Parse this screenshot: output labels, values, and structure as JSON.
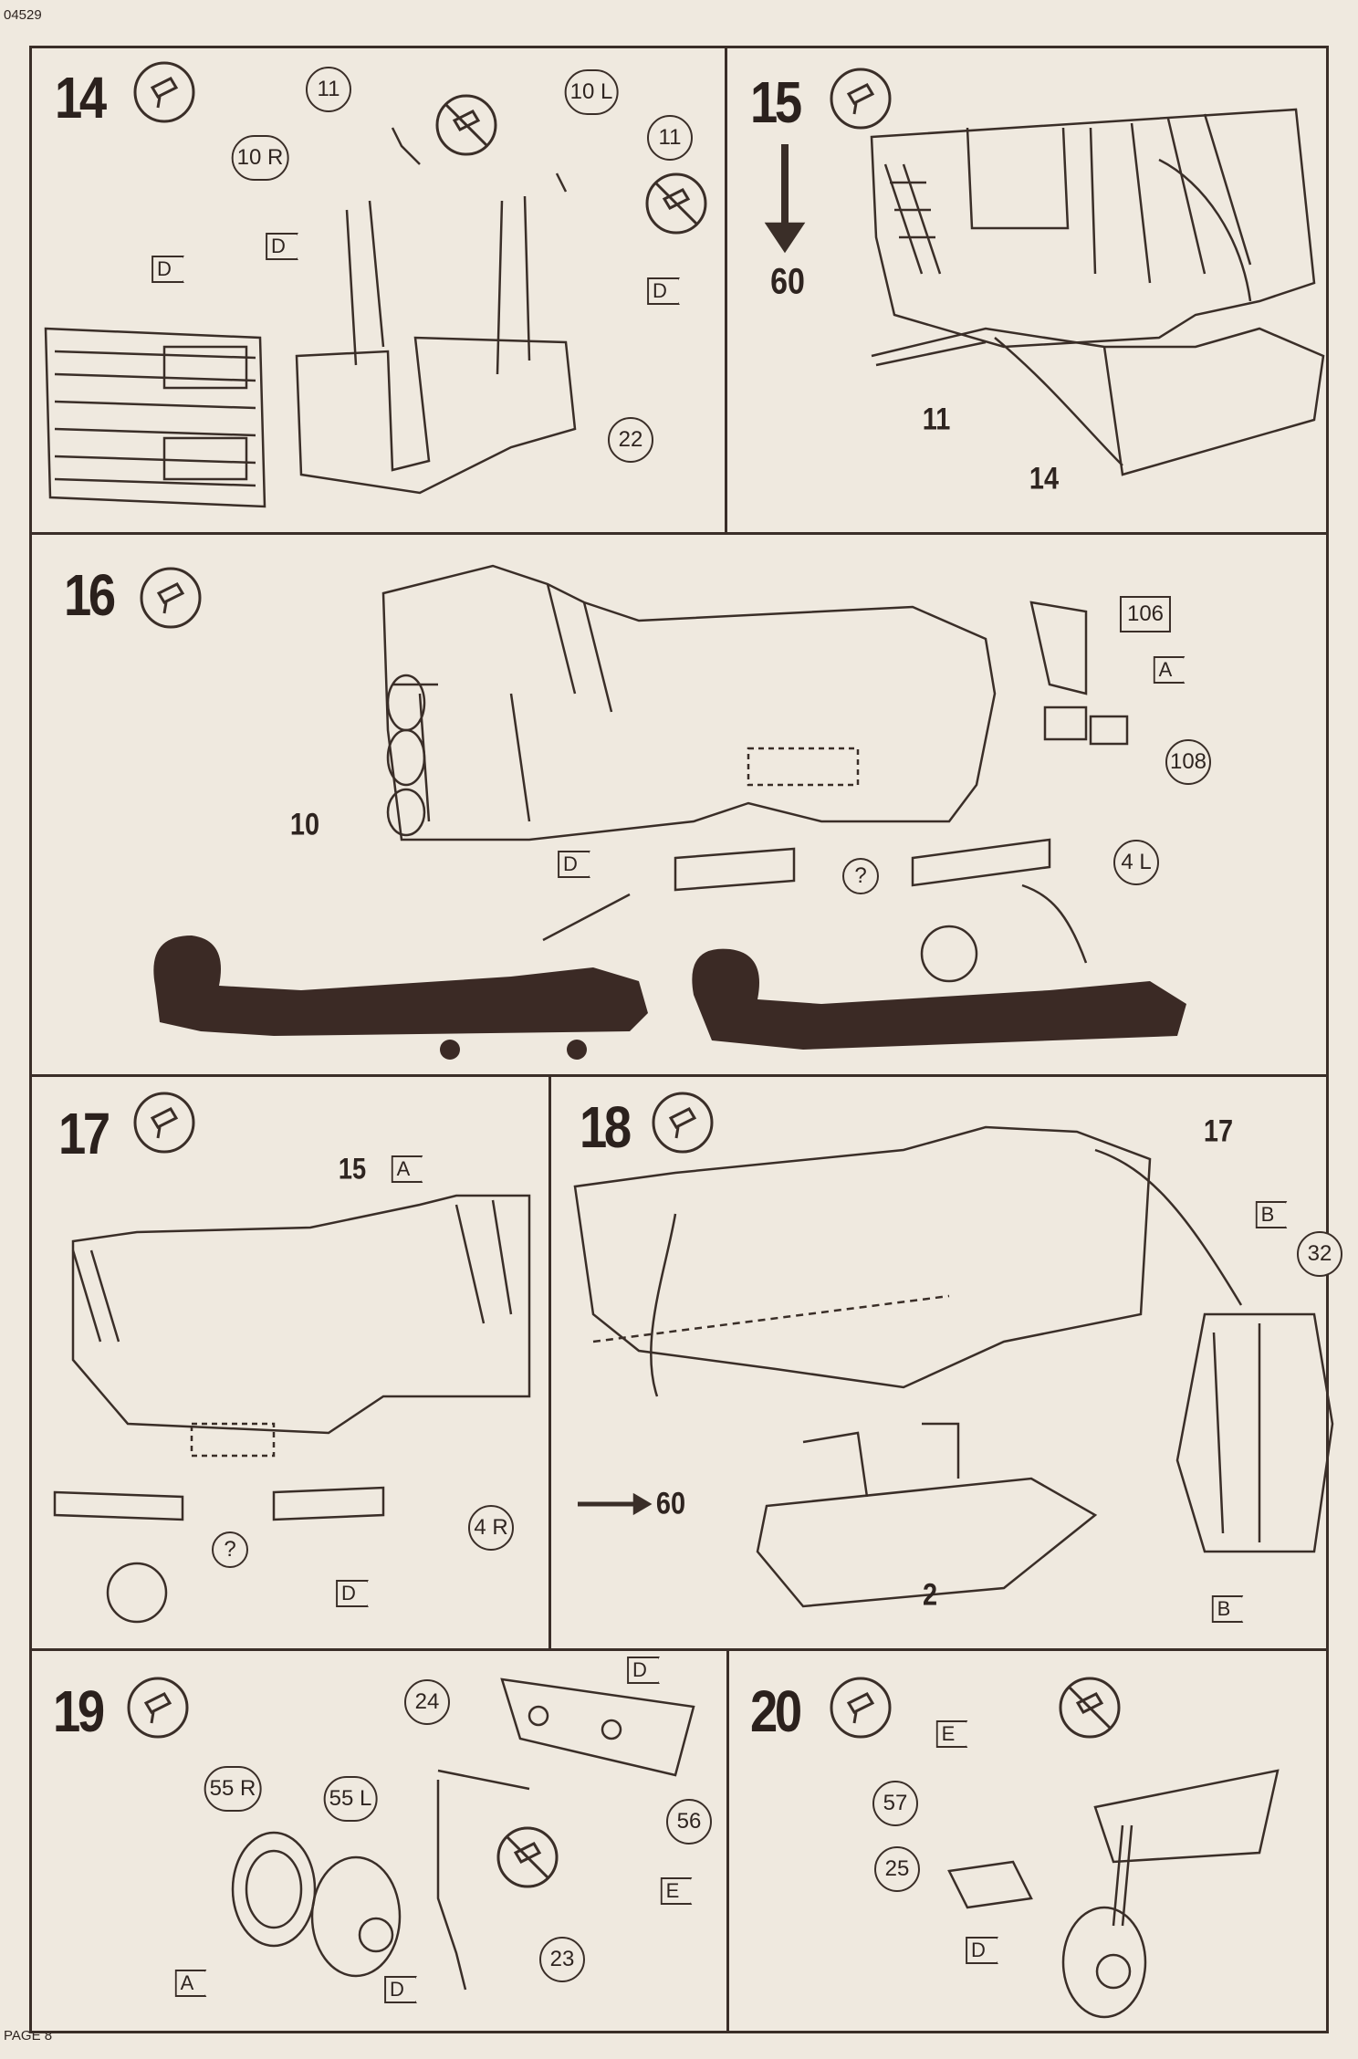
{
  "header": {
    "code": "04529",
    "page": "PAGE 8"
  },
  "colors": {
    "paper": "#efe9df",
    "ink": "#3a2e28",
    "silhouette": "#3b2a25"
  },
  "steps": {
    "s14": {
      "number": "14",
      "callouts": [
        "11",
        "10 R",
        "D",
        "D",
        "10 L",
        "11",
        "D",
        "22"
      ]
    },
    "s15": {
      "number": "15",
      "ref": "60",
      "callouts": [
        "11",
        "14"
      ]
    },
    "s16": {
      "number": "16",
      "callouts": [
        "106",
        "A",
        "108",
        "10",
        "D",
        "?",
        "4 L"
      ]
    },
    "s17": {
      "number": "17",
      "callouts": [
        "15",
        "A",
        "4 R",
        "D",
        "?"
      ]
    },
    "s18": {
      "number": "18",
      "ref": "60",
      "callouts": [
        "17",
        "B",
        "32",
        "2",
        "B"
      ]
    },
    "s19": {
      "number": "19",
      "callouts": [
        "24",
        "D",
        "56",
        "55 R",
        "55 L",
        "E",
        "23",
        "A",
        "D"
      ]
    },
    "s20": {
      "number": "20",
      "callouts": [
        "E",
        "57",
        "25",
        "D"
      ]
    }
  },
  "icons": [
    "glue-icon",
    "no-glue-icon",
    "knife-icon"
  ]
}
